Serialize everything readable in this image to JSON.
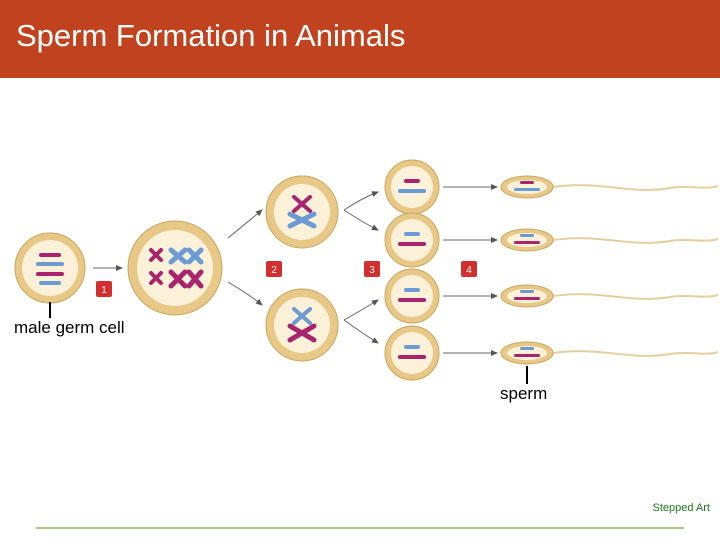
{
  "header": {
    "title": "Sperm Formation in Animals"
  },
  "labels": {
    "germ_cell": "male germ cell",
    "sperm": "sperm",
    "stepped_art": "Stepped Art"
  },
  "steps": [
    "1",
    "2",
    "3",
    "4"
  ],
  "colors": {
    "header_bg": "#c0421e",
    "cell_outer": "#e7c887",
    "cell_inner": "#fbf0d8",
    "chromosome_blue": "#6b9bd2",
    "chromosome_magenta": "#a8246e",
    "step_badge": "#d32f2f",
    "footer_line": "#a6c98a",
    "stepped_text": "#1a7a1a"
  }
}
